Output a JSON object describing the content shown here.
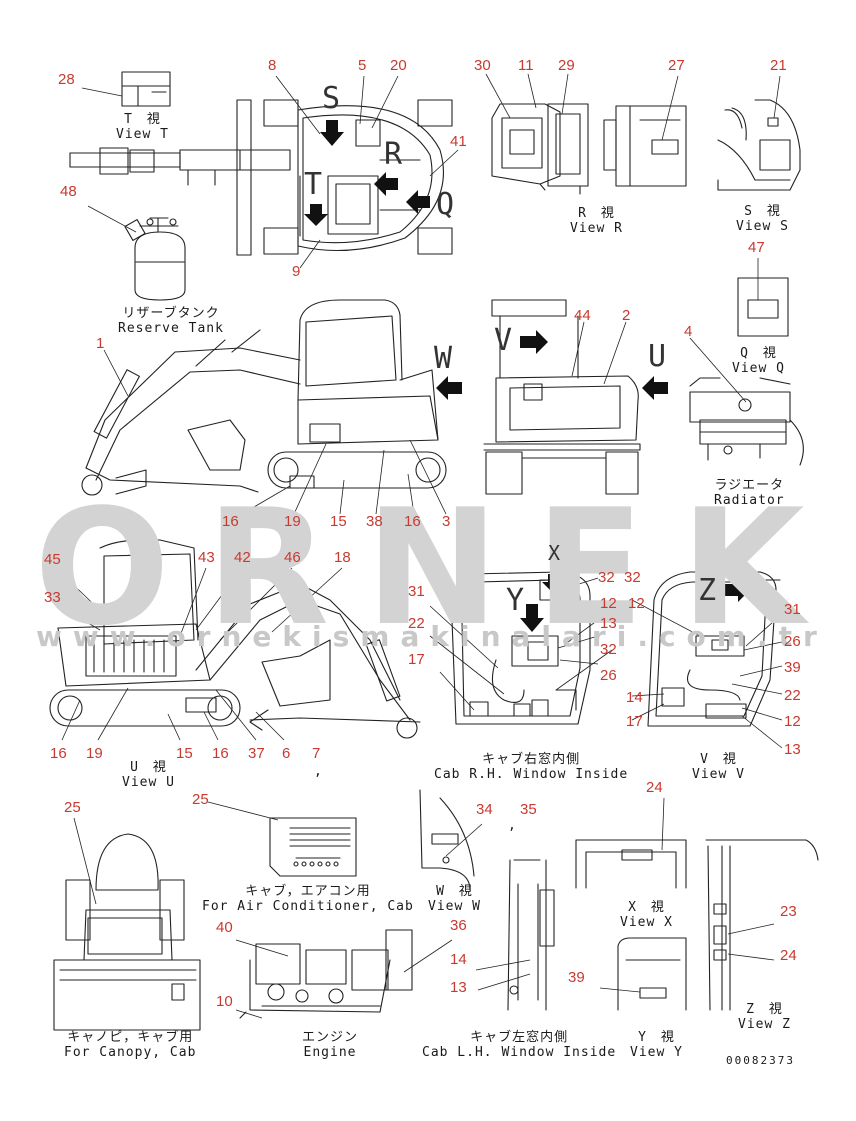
{
  "watermark": {
    "big": "ORNEK",
    "url": "www.ornekismakinalari.com.tr"
  },
  "doc_id": "00082373",
  "captions": {
    "view_t": "T　視\nView T",
    "reserve_tank": "リザーブタンク\nReserve Tank",
    "view_r": "R　視\nView R",
    "view_s": "S　視\nView S",
    "view_q": "Q　視\nView Q",
    "radiator": "ラジエータ\nRadiator",
    "view_u": "U　視\nView U",
    "cab_rh": "キャブ右窓内側\nCab R.H. Window Inside",
    "view_v": "V　視\nView V",
    "aircon": "キャブ，エアコン用\nFor Air Conditioner, Cab",
    "view_w": "W　視\nView W",
    "view_x": "X　視\nView X",
    "view_z": "Z　視\nView Z",
    "canopy": "キャノピ，キャブ用\nFor Canopy, Cab",
    "engine": "エンジン\nEngine",
    "cab_lh": "キャブ左窓内側\nCab L.H. Window Inside",
    "view_y": "Y　視\nView Y"
  },
  "letters": {
    "S": "S",
    "R": "R",
    "T": "T",
    "Q": "Q",
    "W": "W",
    "V": "V",
    "U": "U",
    "Y": "Y",
    "Z": "Z",
    "X": "X"
  },
  "commas": {
    "c1": ",",
    "c2": ",",
    "c3": ","
  },
  "callouts": [
    {
      "id": "c28",
      "label": "28"
    },
    {
      "id": "c8",
      "label": "8"
    },
    {
      "id": "c5",
      "label": "5"
    },
    {
      "id": "c20",
      "label": "20"
    },
    {
      "id": "c41",
      "label": "41"
    },
    {
      "id": "c9",
      "label": "9"
    },
    {
      "id": "c48",
      "label": "48"
    },
    {
      "id": "c30",
      "label": "30"
    },
    {
      "id": "c11",
      "label": "11"
    },
    {
      "id": "c29",
      "label": "29"
    },
    {
      "id": "c27",
      "label": "27"
    },
    {
      "id": "c21",
      "label": "21"
    },
    {
      "id": "c47",
      "label": "47"
    },
    {
      "id": "c1",
      "label": "1"
    },
    {
      "id": "c44",
      "label": "44"
    },
    {
      "id": "c2",
      "label": "2"
    },
    {
      "id": "c4",
      "label": "4"
    },
    {
      "id": "c16a",
      "label": "16"
    },
    {
      "id": "c19a",
      "label": "19"
    },
    {
      "id": "c15a",
      "label": "15"
    },
    {
      "id": "c38",
      "label": "38"
    },
    {
      "id": "c16b",
      "label": "16"
    },
    {
      "id": "c3",
      "label": "3"
    },
    {
      "id": "c45",
      "label": "45"
    },
    {
      "id": "c43",
      "label": "43"
    },
    {
      "id": "c42",
      "label": "42"
    },
    {
      "id": "c46",
      "label": "46"
    },
    {
      "id": "c18",
      "label": "18"
    },
    {
      "id": "c33",
      "label": "33"
    },
    {
      "id": "c16c",
      "label": "16"
    },
    {
      "id": "c19b",
      "label": "19"
    },
    {
      "id": "c15b",
      "label": "15"
    },
    {
      "id": "c16d",
      "label": "16"
    },
    {
      "id": "c37",
      "label": "37"
    },
    {
      "id": "c6",
      "label": "6"
    },
    {
      "id": "c7",
      "label": "7"
    },
    {
      "id": "c31a",
      "label": "31"
    },
    {
      "id": "c22a",
      "label": "22"
    },
    {
      "id": "c17a",
      "label": "17"
    },
    {
      "id": "c32a",
      "label": "32"
    },
    {
      "id": "c12a",
      "label": "12"
    },
    {
      "id": "c13a",
      "label": "13"
    },
    {
      "id": "c32b",
      "label": "32"
    },
    {
      "id": "c26a",
      "label": "26"
    },
    {
      "id": "c32c",
      "label": "32"
    },
    {
      "id": "c12b",
      "label": "12"
    },
    {
      "id": "c31b",
      "label": "31"
    },
    {
      "id": "c26b",
      "label": "26"
    },
    {
      "id": "c39a",
      "label": "39"
    },
    {
      "id": "c14a",
      "label": "14"
    },
    {
      "id": "c22b",
      "label": "22"
    },
    {
      "id": "c17b",
      "label": "17"
    },
    {
      "id": "c12c",
      "label": "12"
    },
    {
      "id": "c13b",
      "label": "13"
    },
    {
      "id": "c25a",
      "label": "25"
    },
    {
      "id": "c25b",
      "label": "25"
    },
    {
      "id": "c34",
      "label": "34"
    },
    {
      "id": "c35",
      "label": "35"
    },
    {
      "id": "c24a",
      "label": "24"
    },
    {
      "id": "c23",
      "label": "23"
    },
    {
      "id": "c24b",
      "label": "24"
    },
    {
      "id": "c40",
      "label": "40"
    },
    {
      "id": "c36",
      "label": "36"
    },
    {
      "id": "c14b",
      "label": "14"
    },
    {
      "id": "c13c",
      "label": "13"
    },
    {
      "id": "c39b",
      "label": "39"
    },
    {
      "id": "c10",
      "label": "10"
    }
  ]
}
